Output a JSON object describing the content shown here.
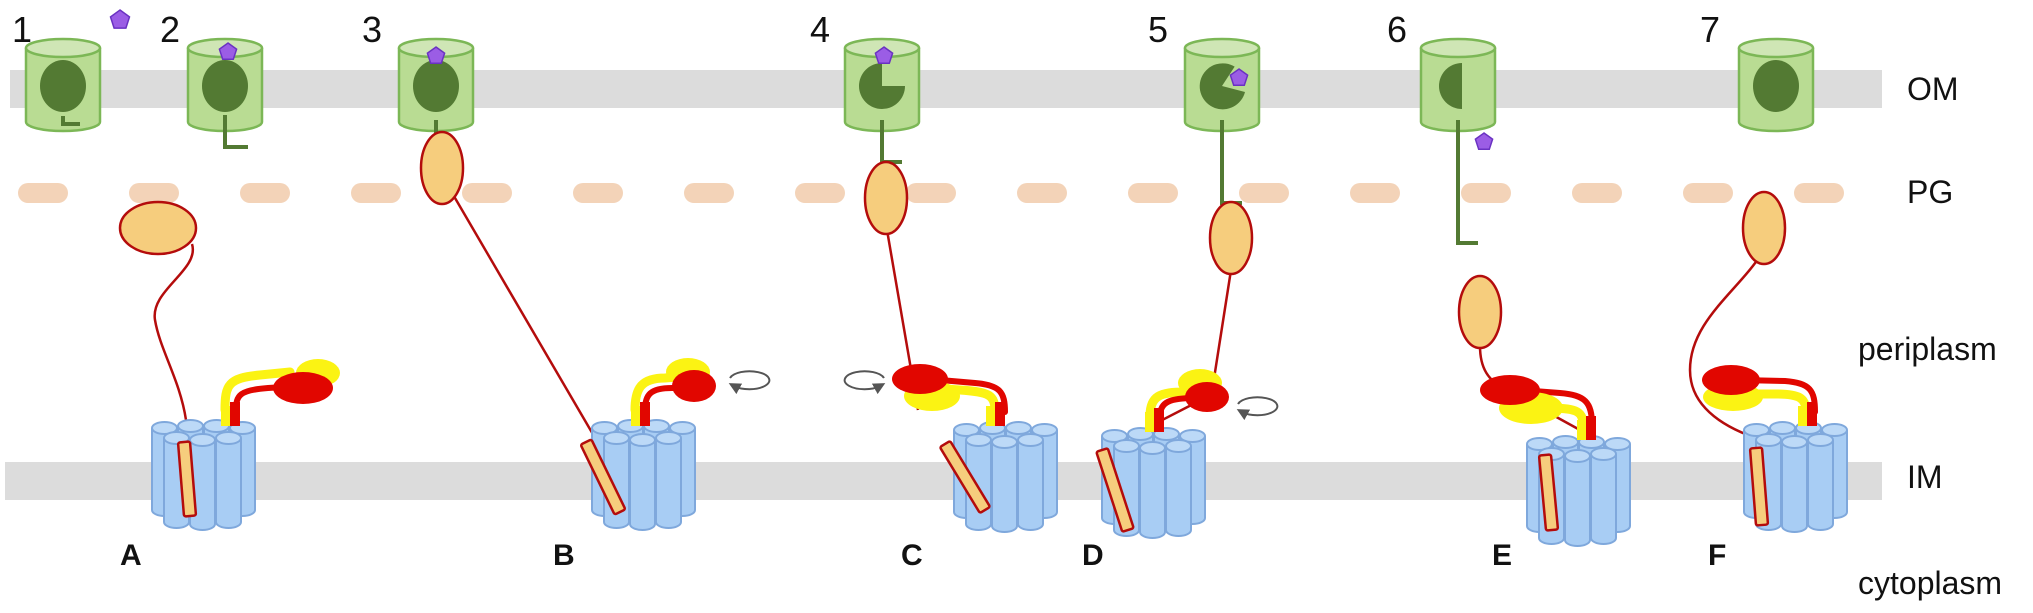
{
  "layers": [
    {
      "key": "om",
      "label": "OM"
    },
    {
      "key": "pg",
      "label": "PG"
    },
    {
      "key": "periplasm",
      "label": "periplasm"
    },
    {
      "key": "im",
      "label": "IM"
    },
    {
      "key": "cytoplasm",
      "label": "cytoplasm"
    }
  ],
  "steps": [
    "1",
    "2",
    "3",
    "4",
    "5",
    "6",
    "7"
  ],
  "states": [
    "A",
    "B",
    "C",
    "D",
    "E",
    "F"
  ],
  "colors": {
    "membrane": "#dcdcdc",
    "peptidoglycan": "#f3d3b8",
    "receptor_fill": "#b9dc93",
    "receptor_stroke": "#7cb756",
    "plug": "#537a33",
    "ligand": "#9b5de5",
    "tonb": "#f6cd7d",
    "tonb_stroke": "#b40c0c",
    "exbd": "#e10600",
    "exbb_yellow": "#fbf313",
    "motor": "#a8cdf4",
    "motor_stroke": "#7fa8dc"
  },
  "icons": [
    "ligand-icon",
    "rotation-arrow-icon"
  ]
}
